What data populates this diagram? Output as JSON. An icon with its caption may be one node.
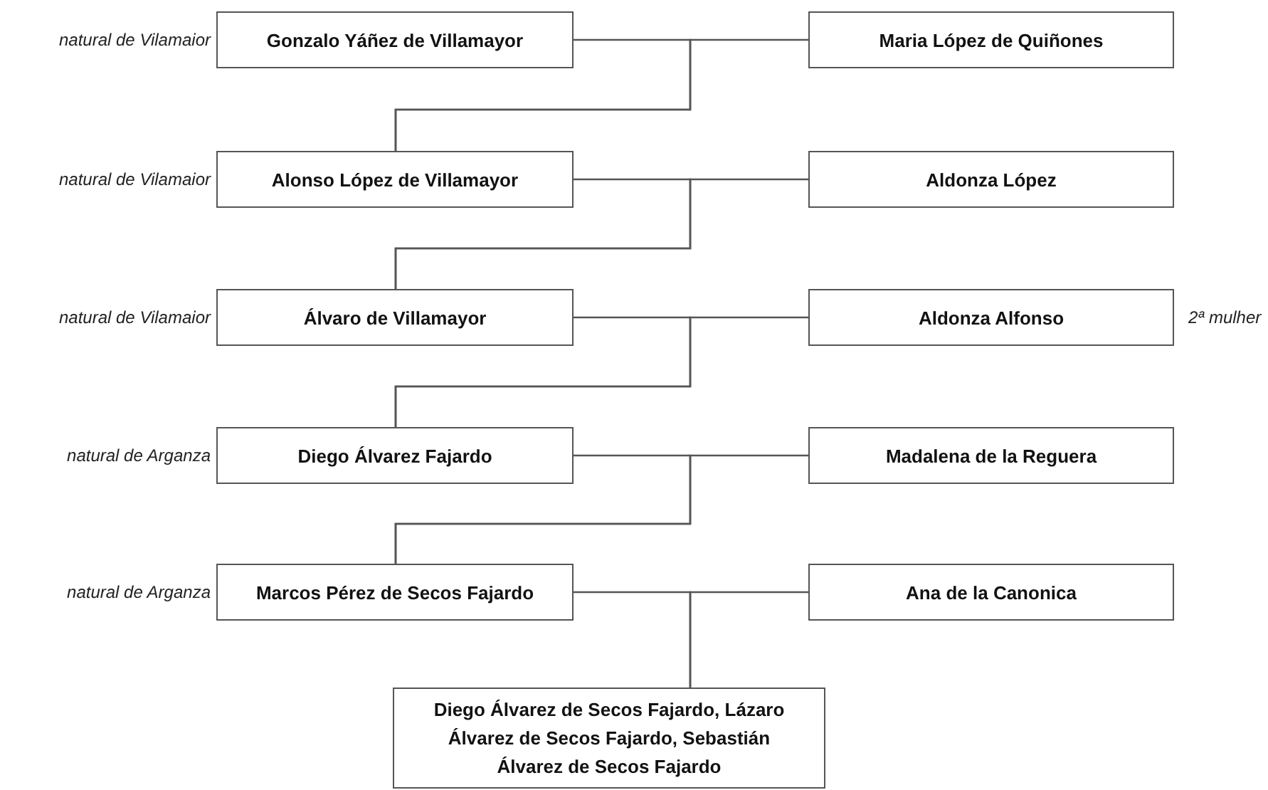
{
  "diagram": {
    "nodes": [
      {
        "text": [
          "Gonzalo Yáñez de Villamayor"
        ],
        "beside": [
          "natural de Vilamaior"
        ]
      },
      {
        "text": [
          "Maria López de Quiñones"
        ]
      },
      {
        "text": [
          "Alonso López de Villamayor"
        ],
        "beside": [
          "natural de Vilamaior"
        ]
      },
      {
        "text": [
          "Aldonza López"
        ]
      },
      {
        "text": [
          "Álvaro de Villamayor"
        ],
        "beside": [
          "natural de Vilamaior"
        ]
      },
      {
        "text": [
          "Aldonza Alfonso"
        ],
        "beside": [
          "2ª mulher"
        ]
      },
      {
        "text": [
          "Diego Álvarez Fajardo"
        ],
        "beside": [
          "natural de Arganza"
        ]
      },
      {
        "text": [
          "Madalena de la Reguera"
        ]
      },
      {
        "text": [
          "Marcos Pérez de Secos Fajardo"
        ],
        "beside": [
          "natural de Arganza"
        ]
      },
      {
        "text": [
          "Ana de la Canonica"
        ]
      },
      {
        "text": [
          "Diego Álvarez de Secos Fajardo, Lázaro Álvarez de Secos Fajardo, Sebastián Álvarez de Secos Fajardo"
        ]
      }
    ],
    "edges": [
      {
        "from": 0,
        "to": 2,
        "arrow": "none"
      },
      {
        "from": 1,
        "to": 2,
        "arrow": "none"
      },
      {
        "from": 2,
        "to": 4,
        "arrow": "none"
      },
      {
        "from": 3,
        "to": 4,
        "arrow": "none"
      },
      {
        "from": 4,
        "to": 6,
        "arrow": "none"
      },
      {
        "from": 5,
        "to": 6,
        "arrow": "none"
      },
      {
        "from": 6,
        "to": 8,
        "arrow": "none"
      },
      {
        "from": 7,
        "to": 8,
        "arrow": "none"
      },
      {
        "from": 8,
        "to": 10,
        "arrow": "none"
      },
      {
        "from": 9,
        "to": 10,
        "arrow": "none"
      }
    ]
  }
}
